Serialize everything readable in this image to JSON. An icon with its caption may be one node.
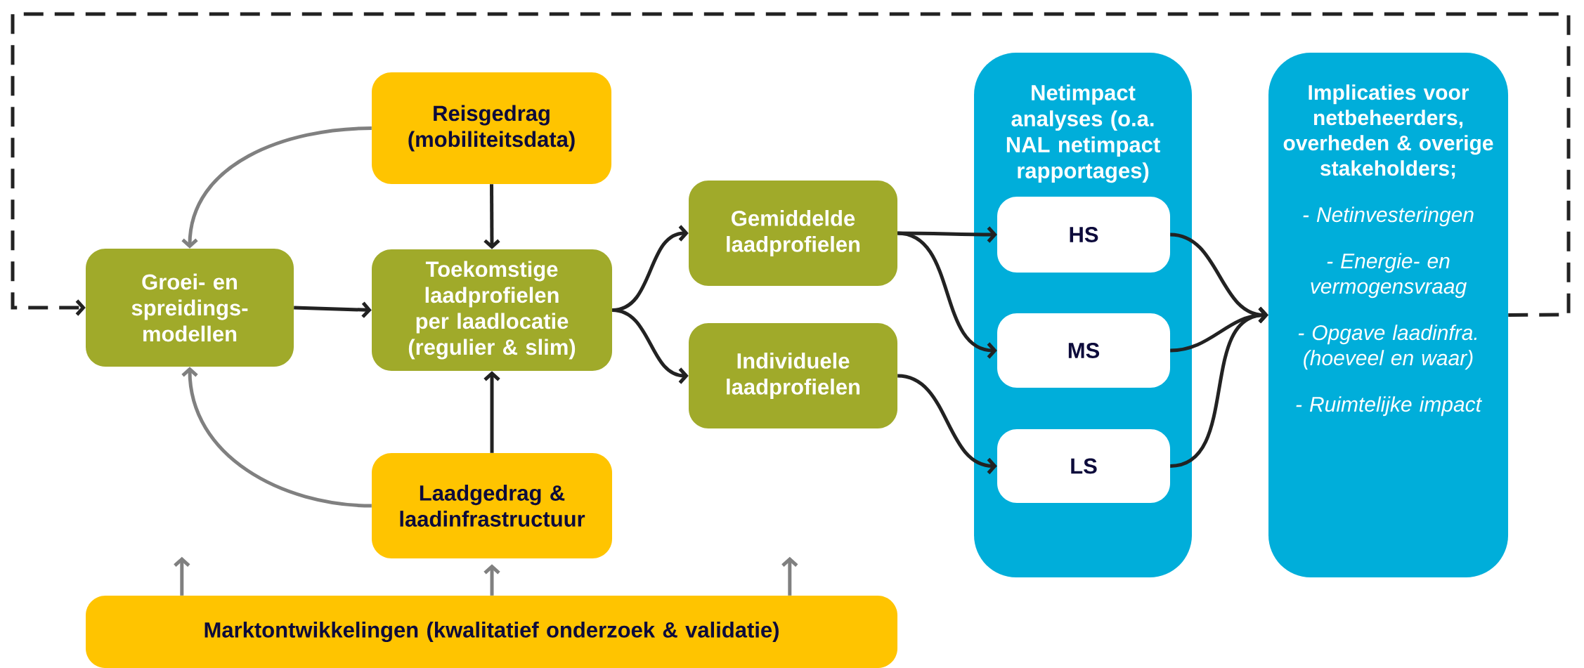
{
  "diagram": {
    "nodes": [
      {
        "text": [
          "Reisgedrag (mobiliteitsdata)"
        ]
      },
      {
        "text": [
          "Groei- en spreidings-modellen"
        ]
      },
      {
        "text": [
          "Toekomstige laadprofielen per laadlocatie (regulier & slim)"
        ]
      },
      {
        "text": [
          "Laadgedrag & laadinfrastructuur"
        ]
      },
      {
        "text": [
          "Marktontwikkelingen (kwalitatief onderzoek & validatie)"
        ]
      },
      {
        "text": [
          "Gemiddelde laadprofielen"
        ]
      },
      {
        "text": [
          "Individuele laadprofielen"
        ]
      },
      {
        "text": [
          "Netimpact analyses (o.a. NAL netimpact rapportages)"
        ]
      },
      {
        "text": [
          "HS"
        ],
        "in": 7
      },
      {
        "text": [
          "MS"
        ],
        "in": 7
      },
      {
        "text": [
          "LS"
        ],
        "in": 7
      },
      {
        "text": [
          "Implicaties voor netbeheerders, overheden & overige stakeholders;",
          "- Netinvesteringen",
          "- Energie- en vermogensvraag",
          "- Opgave laadinfra. (hoeveel en waar)",
          "- Ruimtelijke impact"
        ]
      }
    ],
    "edges": [
      {
        "from": 0,
        "to": 1,
        "arrow": "to",
        "color": "#808080"
      },
      {
        "from": 0,
        "to": 2,
        "arrow": "to"
      },
      {
        "from": 1,
        "to": 2,
        "arrow": "to"
      },
      {
        "from": 3,
        "to": 1,
        "arrow": "to",
        "color": "#808080"
      },
      {
        "from": 3,
        "to": 2,
        "arrow": "to"
      },
      {
        "from": 4,
        "to": null,
        "arrow": "to",
        "color": "#808080"
      },
      {
        "from": 4,
        "to": 3,
        "arrow": "to",
        "color": "#808080"
      },
      {
        "from": 4,
        "to": null,
        "arrow": "to",
        "color": "#808080"
      },
      {
        "from": 2,
        "to": 5,
        "arrow": "to"
      },
      {
        "from": 2,
        "to": 6,
        "arrow": "to"
      },
      {
        "from": 5,
        "to": 8,
        "arrow": "to"
      },
      {
        "from": 5,
        "to": 9,
        "arrow": "to"
      },
      {
        "from": 6,
        "to": 10,
        "arrow": "to"
      },
      {
        "from": 8,
        "to": 11,
        "arrow": "to"
      },
      {
        "from": 9,
        "to": 11,
        "arrow": "to"
      },
      {
        "from": 10,
        "to": 11,
        "arrow": "to"
      },
      {
        "from": 11,
        "to": 1,
        "arrow": "to",
        "style": "dashed"
      }
    ]
  }
}
